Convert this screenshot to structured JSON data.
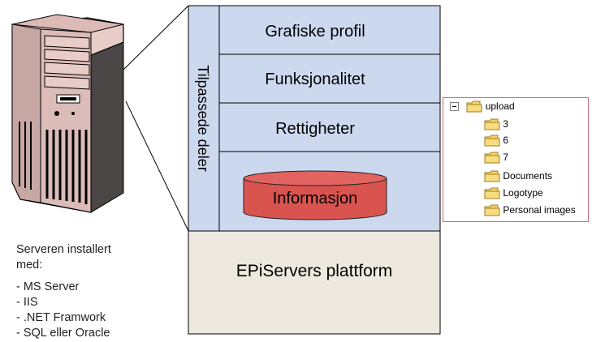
{
  "diagram": {
    "layers": {
      "grafiske_profil": "Grafiske profil",
      "funksjonalitet": "Funksjonalitet",
      "rettigheter": "Rettigheter",
      "informasjon": "Informasjon",
      "platform": "EPiServers plattform"
    },
    "side_label": "Tilpassede deler",
    "server_caption": {
      "line1": "Serveren installert",
      "line2": "med:",
      "items": [
        "- MS Server",
        "- IIS",
        "- .NET Framwork",
        "- SQL eller Oracle"
      ]
    },
    "folder_tree": {
      "root": "upload",
      "children": [
        "3",
        "6",
        "7",
        "Documents",
        "Logotype",
        "Personal images"
      ]
    },
    "colors": {
      "layer_fill": "#ccd8ee",
      "platform_fill": "#ede9df",
      "database_fill": "#d9534f",
      "folder_fill": "#f5d36a"
    }
  }
}
